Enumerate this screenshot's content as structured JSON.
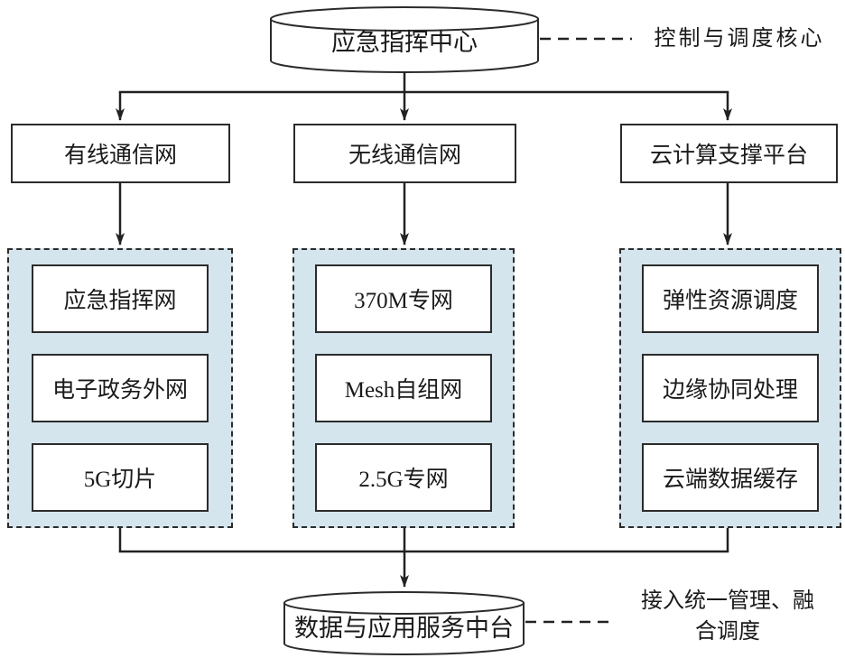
{
  "diagram": {
    "top_node": {
      "label": "应急指挥中心"
    },
    "top_annotation": {
      "label": "控制与调度核心"
    },
    "branches": [
      {
        "label": "有线通信网",
        "children": [
          "应急指挥网",
          "电子政务外网",
          "5G切片"
        ]
      },
      {
        "label": "无线通信网",
        "children": [
          "370M专网",
          "Mesh自组网",
          "2.5G专网"
        ]
      },
      {
        "label": "云计算支撑平台",
        "children": [
          "弹性资源调度",
          "边缘协同处理",
          "云端数据缓存"
        ]
      }
    ],
    "bottom_node": {
      "label": "数据与应用服务中台"
    },
    "bottom_annotation": {
      "label": "接入统一管理、融合调度"
    },
    "colors": {
      "container_fill": "#d5e5ed",
      "line": "#222222",
      "box_border": "#2b2b2b",
      "background": "#ffffff"
    }
  }
}
